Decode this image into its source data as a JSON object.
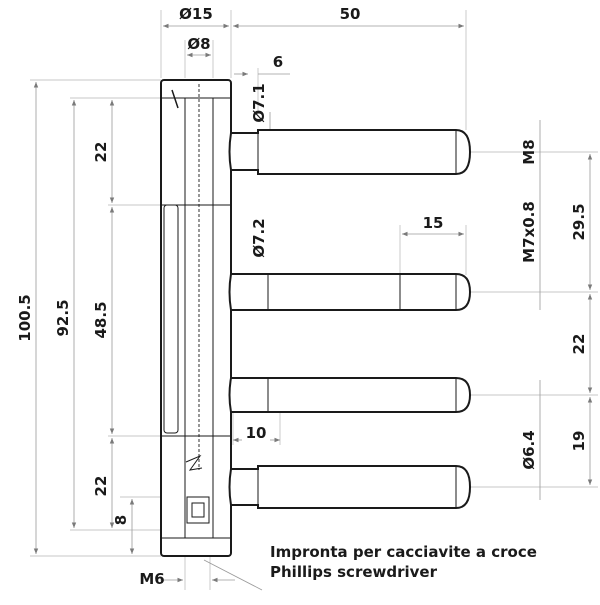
{
  "dimensions": {
    "top_diameter_15": "Ø15",
    "length_50": "50",
    "bore_8": "Ø8",
    "offset_6": "6",
    "pin_7_1": "Ø7.1",
    "thread_m8": "M8",
    "spacing_29_5": "29.5",
    "thread_m7x0_8": "M7x0.8",
    "length_15": "15",
    "pin_7_2": "Ø7.2",
    "spacing_22_right": "22",
    "length_10": "10",
    "pin_6_4": "Ø6.4",
    "spacing_19": "19",
    "height_100_5": "100.5",
    "height_92_5": "92.5",
    "segment_22_top": "22",
    "segment_48_5": "48.5",
    "segment_22_bottom": "22",
    "height_8": "8",
    "screw_m6": "M6"
  },
  "note": {
    "line1": "Impronta per cacciavite a croce",
    "line2": "Phillips screwdriver"
  }
}
